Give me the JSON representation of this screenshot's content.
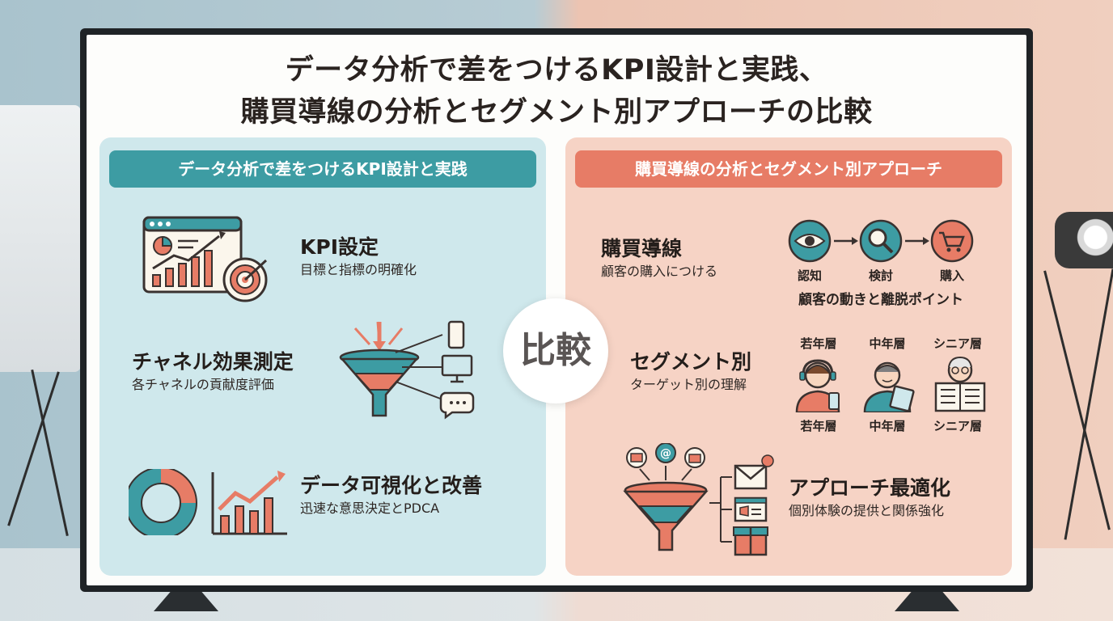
{
  "title": {
    "line1": "データ分析で差をつけるKPI設計と実践、",
    "line2": "購買導線の分析とセグメント別アプローチの比較"
  },
  "center_label": "比較",
  "left": {
    "header": "データ分析で差をつけるKPI設計と実践",
    "items": [
      {
        "heading": "KPI設定",
        "sub": "目標と指標の明確化"
      },
      {
        "heading": "チャネル効果測定",
        "sub": "各チャネルの貢献度評価"
      },
      {
        "heading": "データ可視化と改善",
        "sub": "迅速な意思決定とPDCA"
      }
    ]
  },
  "right": {
    "header": "購買導線の分析とセグメント別アプローチ",
    "items": [
      {
        "heading": "購買導線",
        "sub": "顧客の購入につける"
      },
      {
        "heading": "セグメント別",
        "sub": "ターゲット別の理解"
      },
      {
        "heading": "アプローチ最適化",
        "sub": "個別体験の提供と関係強化"
      }
    ],
    "funnel_steps": [
      "認知",
      "検討",
      "購入"
    ],
    "funnel_caption": "顧客の動きと離脱ポイント",
    "segments_top": [
      "若年層",
      "中年層",
      "シニア層"
    ],
    "segments_bottom": [
      "若年層",
      "中年層",
      "シニア層"
    ]
  },
  "colors": {
    "teal": "#3d9ca3",
    "teal_light": "#cfe8ec",
    "coral": "#e77c66",
    "coral_light": "#f6d3c5",
    "dark_text": "#241e1b"
  },
  "icons": {
    "kpi": "dashboard-target-icon",
    "channel": "funnel-devices-icon",
    "visual": "donut-bar-chart-icon",
    "journey": [
      "eye-icon",
      "magnifier-icon",
      "cart-icon"
    ],
    "segments": [
      "young-person-phone-icon",
      "middle-person-tablet-icon",
      "senior-person-newspaper-icon"
    ],
    "approach": "funnel-mail-gift-icon"
  }
}
